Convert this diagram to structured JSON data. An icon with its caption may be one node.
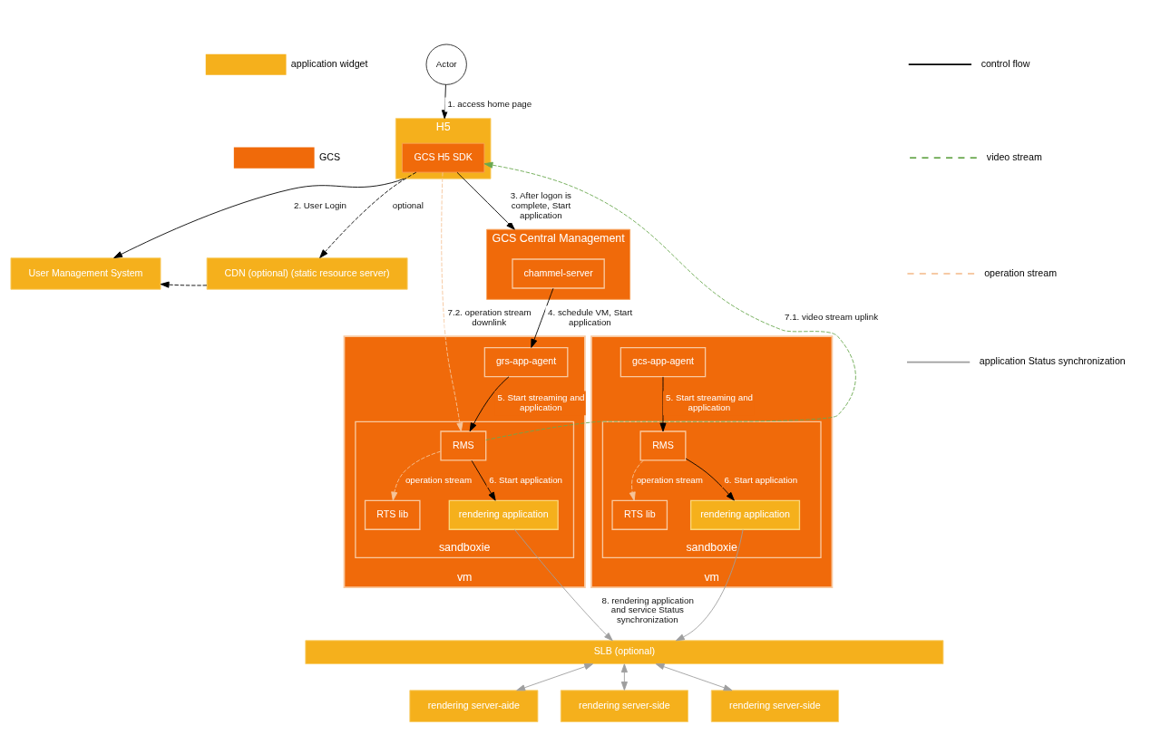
{
  "diagram": {
    "nodes": [
      {
        "text": [
          "Actor"
        ]
      },
      {
        "text": [
          "H5"
        ]
      },
      {
        "text": [
          "GCS H5 SDK"
        ],
        "in": 1
      },
      {
        "text": [
          "User Management System"
        ]
      },
      {
        "text": [
          "CDN (optional) (static resource server)"
        ]
      },
      {
        "text": [
          "GCS Central Management"
        ]
      },
      {
        "text": [
          "chammel-server"
        ],
        "in": 5
      },
      {
        "text": [
          "vm"
        ]
      },
      {
        "text": [
          "grs-app-agent"
        ],
        "in": 7
      },
      {
        "text": [
          "sandboxie"
        ],
        "in": 7
      },
      {
        "text": [
          "RMS"
        ],
        "in": 9
      },
      {
        "text": [
          "RTS lib"
        ],
        "in": 9
      },
      {
        "text": [
          "rendering application"
        ],
        "in": 9
      },
      {
        "text": [
          "vm"
        ]
      },
      {
        "text": [
          "gcs-app-agent"
        ],
        "in": 13
      },
      {
        "text": [
          "sandboxie"
        ],
        "in": 13
      },
      {
        "text": [
          "RMS"
        ],
        "in": 15
      },
      {
        "text": [
          "RTS lib"
        ],
        "in": 15
      },
      {
        "text": [
          "rendering application"
        ],
        "in": 15
      },
      {
        "text": [
          "SLB (optional)"
        ]
      },
      {
        "text": [
          "rendering server-aide"
        ]
      },
      {
        "text": [
          "rendering server-side"
        ]
      },
      {
        "text": [
          "rendering server-side"
        ]
      }
    ],
    "edges": [
      {
        "from": 0,
        "to": 1,
        "arrow": "to",
        "label": "1. access home page"
      },
      {
        "from": 1,
        "to": 3,
        "arrow": "to",
        "label": "2. User Login"
      },
      {
        "from": 2,
        "to": 4,
        "arrow": "to",
        "label": "optional",
        "style": "dashed"
      },
      {
        "from": 4,
        "to": 3,
        "arrow": "to",
        "style": "dashed"
      },
      {
        "from": 2,
        "to": 5,
        "arrow": "to",
        "label": "3. After logon is complete, Start application"
      },
      {
        "from": 6,
        "to": 8,
        "arrow": "to",
        "label": "4. schedule VM, Start application"
      },
      {
        "from": 8,
        "to": 10,
        "arrow": "to",
        "label": "5. Start streaming and application"
      },
      {
        "from": 10,
        "to": 11,
        "arrow": "to",
        "label": "operation stream",
        "style": "dashed",
        "color": "#f5c49a"
      },
      {
        "from": 10,
        "to": 12,
        "arrow": "to",
        "label": "6. Start application"
      },
      {
        "from": 14,
        "to": 16,
        "arrow": "to",
        "label": "5. Start streaming and application"
      },
      {
        "from": 16,
        "to": 17,
        "arrow": "to",
        "label": "operation stream",
        "style": "dashed",
        "color": "#f5c49a"
      },
      {
        "from": 16,
        "to": 18,
        "arrow": "to",
        "label": "6. Start application"
      },
      {
        "from": 10,
        "to": 2,
        "arrow": "to",
        "label": "7.1. video stream uplink",
        "style": "dashed",
        "color": "#6aa84f"
      },
      {
        "from": 2,
        "to": 10,
        "arrow": "to",
        "label": "7.2. operation stream downlink",
        "style": "dashed",
        "color": "#f5c49a"
      },
      {
        "from": 12,
        "to": 19,
        "arrow": "to",
        "label": "8. rendering application and service Status synchronization",
        "color": "#9e9e9e"
      },
      {
        "from": 18,
        "to": 19,
        "arrow": "to",
        "color": "#9e9e9e"
      },
      {
        "from": 19,
        "to": 20,
        "arrow": "both",
        "color": "#9e9e9e"
      },
      {
        "from": 19,
        "to": 21,
        "arrow": "both",
        "color": "#9e9e9e"
      },
      {
        "from": 19,
        "to": 22,
        "arrow": "both",
        "color": "#9e9e9e"
      }
    ],
    "legend": [
      {
        "text": "application widget",
        "color": "#f5b01c"
      },
      {
        "text": "GCS",
        "color": "#f06a0a"
      },
      {
        "text": "control flow"
      },
      {
        "text": "video stream"
      },
      {
        "text": "operation stream"
      },
      {
        "text": "application Status synchronization"
      }
    ]
  }
}
